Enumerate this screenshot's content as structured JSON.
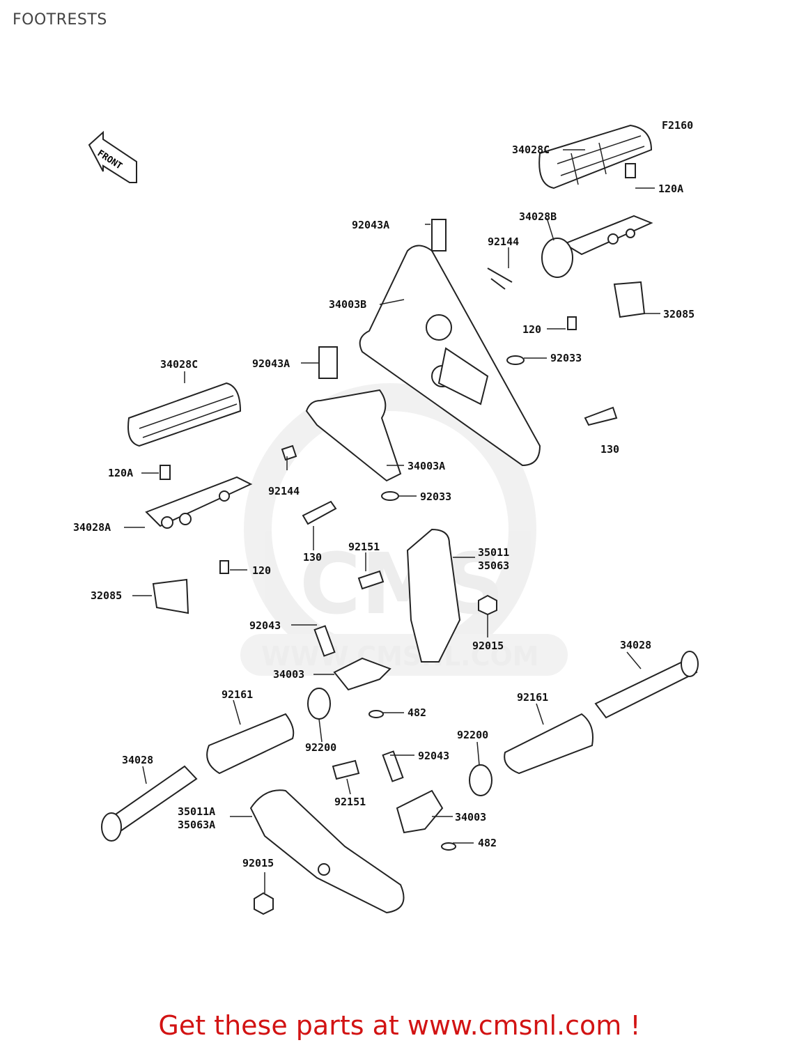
{
  "page": {
    "title": "FOOTRESTS",
    "figure_id": "F2160"
  },
  "front_arrow": {
    "label": "FRONT"
  },
  "watermark": {
    "logo": "CMS",
    "url": "WWW.CMSNL.COM"
  },
  "labels": {
    "l_34028C_top": "34028C",
    "l_120A_top": "120A",
    "l_34028B": "34028B",
    "l_92144_top": "92144",
    "l_92043A_top": "92043A",
    "l_34003B": "34003B",
    "l_32085_top": "32085",
    "l_120_top": "120",
    "l_92033_top": "92033",
    "l_34028C_left": "34028C",
    "l_92043A_mid": "92043A",
    "l_130_right": "130",
    "l_34003A": "34003A",
    "l_120A_left": "120A",
    "l_92144_left": "92144",
    "l_92033_mid": "92033",
    "l_34028A": "34028A",
    "l_130_mid": "130",
    "l_92151_top": "92151",
    "l_35011": "35011",
    "l_35063": "35063",
    "l_120_left": "120",
    "l_32085_left": "32085",
    "l_92043": "92043",
    "l_92015_right": "92015",
    "l_34003_mid": "34003",
    "l_34028_right": "34028",
    "l_92161_left": "92161",
    "l_92161_right": "92161",
    "l_482_top": "482",
    "l_92200_left": "92200",
    "l_92200_right": "92200",
    "l_34028_left": "34028",
    "l_92043_low": "92043",
    "l_92151_low": "92151",
    "l_35011A": "35011A",
    "l_35063A": "35063A",
    "l_34003_low": "34003",
    "l_482_low": "482",
    "l_92015_low": "92015"
  },
  "footer": {
    "text": "Get these parts at www.cmsnl.com !"
  }
}
